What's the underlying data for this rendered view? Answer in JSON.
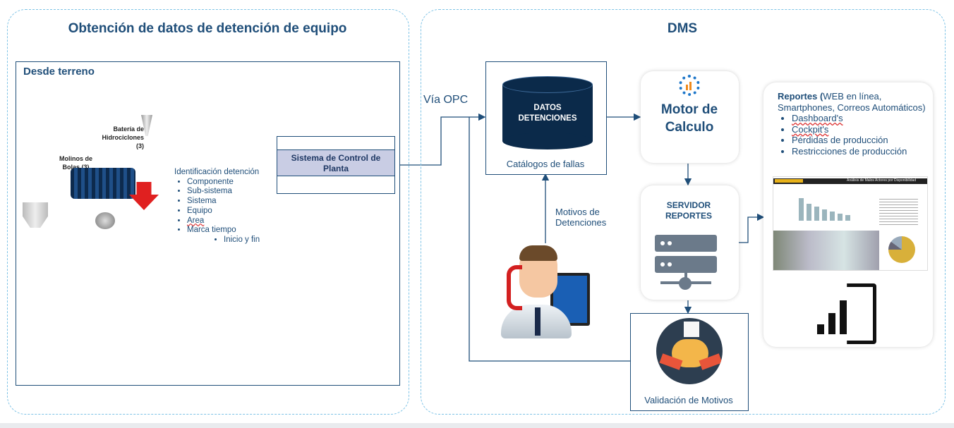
{
  "left_panel": {
    "title": "Obtención de datos de detención de equipo",
    "field_box_title": "Desde terreno",
    "hydrocyclone_label": "Batería de Hidrociclones (3)",
    "mill_label": "Molinos de Bolas (3)",
    "identification": {
      "heading": "Identificación detención",
      "items": [
        "Componente",
        "Sub-sistema",
        "Sistema",
        "Equipo",
        "Area",
        "Marca tiempo"
      ],
      "sub_item": "Inicio y fin"
    },
    "control_system": "Sistema de Control de Planta"
  },
  "right_panel": {
    "title": "DMS",
    "via_opc": "Vía OPC",
    "database": {
      "label": "DATOS DETENCIONES",
      "caption": "Catálogos de fallas"
    },
    "motor": "Motor de Calculo",
    "server": "SERVIDOR REPORTES",
    "motivos": "Motivos de Detenciones",
    "validation": "Validación de Motivos",
    "reports": {
      "heading_bold": "Reportes (",
      "heading_rest": "WEB en línea, Smartphones, Correos Automáticos)",
      "items": [
        "Dashboard's",
        "Cockpit's",
        "Pérdidas de producción",
        "Restricciones de producción"
      ]
    },
    "dashboard_title": "Análisis de Malos Actores por Disponibilidad"
  },
  "colors": {
    "panel_border": "#7ec3e6",
    "title": "#1f4e79",
    "database": "#0b2a4a",
    "alarm": "#e02020"
  }
}
